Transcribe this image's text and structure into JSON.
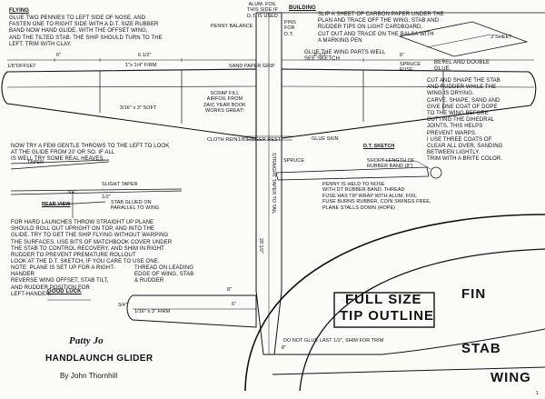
{
  "headings": {
    "flying": "FLYING",
    "building": "BUILDING",
    "dt_sketch": "D.T. SKETCH",
    "rear_view": "REAR VIEW"
  },
  "text": {
    "flying_1": "GLUE TWO PENNIES TO LEFT SIDE OF NOSE, AND\nFASTEN ONE TO RIGHT SIDE WITH A D.T. SIZE RUBBER\nBAND NOW HAND GLIDE, WITH THE OFFSET WING,\nAND THE TILTED STAB. THE SHIP SHOULD TURN TO THE\nLEFT.   TRIM WITH CLAY.",
    "alum_foil": "ALUM. FOIL\nTHIS SIDE IF\nD.T. IS USED",
    "penny_balance": "PENNY BALANCE",
    "pins_for_dt": "PINS\nFOR\nD.T.",
    "building_1": "SLIP A SHEET OF CARBON PAPER UNDER THE\nPLAN AND TRACE OFF THE WING, STAB AND\nRUDDER TIPS ON LIGHT CARDBOARD.\nCUT OUT AND TRACE ON THE BALSA WITH\nA MARKING PEN",
    "glue_wing_parts": "GLUE THE WING PARTS WELL\n     SEE SKETCH",
    "spruce_fuse": "SPRUCE\nFUSE",
    "bevel_double_glue": "BEVEL AND DOUBLE\nGLUE.",
    "sheet_3in": "3\"SHEET",
    "building_2": "CUT AND SHAPE THE STAB\nAND RUDDER WHILE THE\nWING IS DRYING.\n   CARVE, SHAPE, SAND AND\nGIVE ONE COAT OF DOPE\nTO THE WING BEFORE\nCUTTING THE DIHEDRAL\nJOINTS. THIS HELPS\nPREVENT WARPS.\n   I USE THREE COATS OF\nCLEAR ALL OVER, SANDING\nBETWEEN LIGHTLY.\n   TRIM WITH A BRITE COLOR.",
    "offset_1_8": "1/8\"OFFSET",
    "firm_1x14": "1\"x 1/4\" FIRM",
    "soft_3_16": "3/16\" x 3\" SOFT",
    "sand_paper_grip": "SAND PAPER GRIP",
    "scrap_fill": "SCRAP FILL\nAIRFOIL FROM\nZAIC YEAR BOOK\nWORKS GREAT!",
    "cloth_rein": "CLOTH REIN",
    "finger_rest": "1/8\"FINGER REST",
    "glue_skin": "GLUE SKIN",
    "taper": "TAPER",
    "slight_taper": "SLIGHT TAPER",
    "now_try": "NOW TRY A FEW GENTLE THROWS TO THE LEFT TO LOOK\nAT THE GLIDE FROM 20' OR SO. IF ALL\nIS WELL TRY SOME REAL HEAVES.",
    "stab_glued": "STAB GLUED ON\nPARALLEL TO WING",
    "straight_taper": "STRAIGHT TAPER TO TAIL",
    "spruce": "SPRUCE",
    "short_length": "SHORT LENGTH OF\nRUBBER BAND (8\")",
    "dt_text": "PENNY IS HELD TO NOSE\nWITH DT RUBBER BAND.  THREAD\nFUSE HAS TIP WRAP  WITH ALUM. FOIL\nFUSE BURNS RUBBER, COIN SWINGS FREE,\nPLANE STALLS DOWN (HOPE)",
    "for_hard": "FOR HARD LAUNCHES THROW STRAIGHT UP  PLANE\nSHOULD ROLL OUT UPRIGHT ON TOP, AND INTO THE\nGLIDE.  TRY TO GET THE SHIP FLYING WITHOUT WARPING\nTHE SURFACES. USE BITS OF MATCHBOOK COVER UNDER\nTHE STAB TO CONTROL RECOVERY, AND SHIM IN RIGHT\nRUDDER TO PREVENT PREMATURE ROLLOUT\n   LOOK AT THE D.T. SKETCH, IF YOU CARE TO USE ONE.",
    "note": "NOTE: PLANE IS SET UP FOR A RIGHT-HANDER\nREVERSE WING OFFSET, STAB TILT,\nAND RUDDER POSITION FOR\nLEFT-HANDER.",
    "thread_leading": "THREAD ON LEADING\nEDGE OF WING, STAB\n& RUDDER",
    "good_luck": "GOOD LUCK",
    "stab_firm": "1/16\" x 3\" FIRM",
    "do_not_glue": "DO NOT GLUE LAST 1/2\", SHIM FOR TRIM",
    "full_size_1": "FULL SIZE",
    "full_size_2": "TIP OUTLINE",
    "fin": "FIN",
    "stab": "STAB",
    "wing": "WING",
    "title": "Patty Jo",
    "subtitle": "HANDLAUNCH GLIDER",
    "author": "By John Thornhill",
    "dims": {
      "d6a": "6\"",
      "d6b": "6 1/2\"",
      "d6c": "6 1/2\"",
      "d6d": "6\"",
      "d8a": "8\"",
      "d8b": "8\"",
      "d3_4": "3/4\"",
      "d1_2": "1/2\"",
      "d6e": "6\"",
      "d20": "20 1/2\"",
      "dstab": "3/4\"",
      "page": "1"
    }
  }
}
